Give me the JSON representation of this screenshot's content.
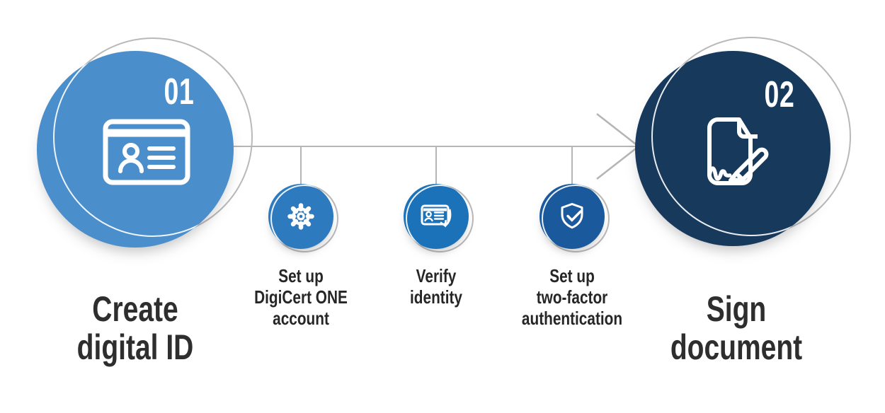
{
  "palette": {
    "background": "#ffffff",
    "connector_gray": "#b5b5b5",
    "outline_gray": "#b9b9b9",
    "outline_white": "#ffffff",
    "icon_stroke": "#ffffff",
    "number_color": "#ffffff",
    "label_color": "#2e2e2e"
  },
  "main_steps": [
    {
      "number": "01",
      "icon": "id-card-icon",
      "label": "Create digital ID",
      "lines": [
        "Create",
        "digital ID"
      ],
      "fill": "#4a8ecb"
    },
    {
      "number": "02",
      "icon": "sign-document-icon",
      "label": "Sign document",
      "lines": [
        "Sign",
        "document"
      ],
      "fill": "#16395c"
    }
  ],
  "sub_steps": [
    {
      "icon": "gear-icon",
      "label": "Set up DigiCert ONE account",
      "lines": [
        "Set up",
        "DigiCert ONE",
        "account"
      ],
      "fill": "#2e7abf"
    },
    {
      "icon": "id-card-arrow-icon",
      "label": "Verify identity",
      "lines": [
        "Verify",
        "identity"
      ],
      "fill": "#1b72b8"
    },
    {
      "icon": "shield-check-icon",
      "label": "Set up two-factor authentication",
      "lines": [
        "Set up",
        "two-factor",
        "authentication"
      ],
      "fill": "#1a5a9c"
    }
  ],
  "flow": {
    "arrow_icon": "chevron-right-icon",
    "direction": "left-to-right"
  }
}
